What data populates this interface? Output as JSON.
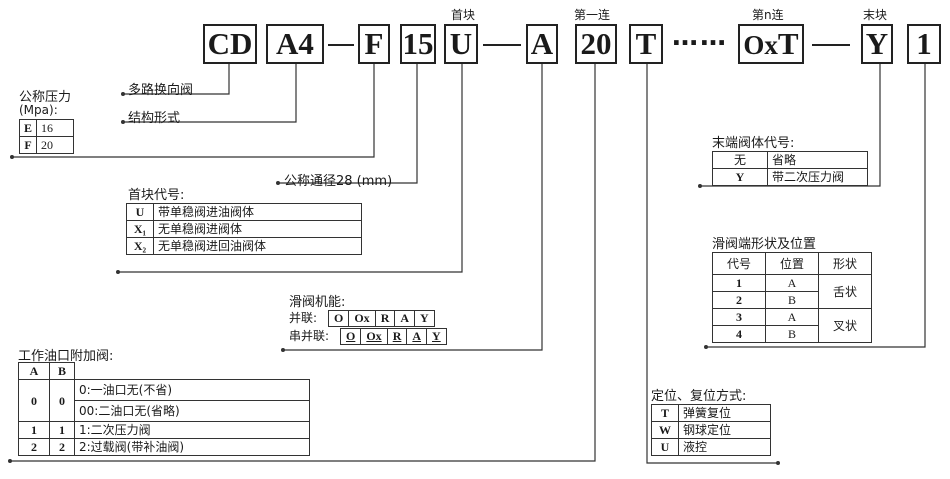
{
  "codes": [
    "CD",
    "A4",
    "F",
    "15",
    "U",
    "A",
    "20",
    "T",
    "Ox",
    "T",
    "Y",
    "1"
  ],
  "dots": "……",
  "headers": {
    "first_block": "首块",
    "first_conn": "第一连",
    "nth_conn": "第n连",
    "end_block": "末块"
  },
  "pressure": {
    "title": "公称压力",
    "unit": "(Mpa):",
    "rows": [
      {
        "code": "E",
        "value": "16"
      },
      {
        "code": "F",
        "value": "20"
      }
    ]
  },
  "multi_valve": "多路换向阀",
  "structure": "结构形式",
  "bore": "公称通径28 (mm)",
  "first_block_code": {
    "title": "首块代号:",
    "rows": [
      {
        "code": "U",
        "desc": "带单稳阀进油阀体"
      },
      {
        "code": "X₁",
        "desc": "无单稳阀进阀体"
      },
      {
        "code": "X₂",
        "desc": "无单稳阀进回油阀体"
      }
    ]
  },
  "end_block_code": {
    "title": "末端阀体代号:",
    "rows": [
      {
        "code": "无",
        "desc": "省略"
      },
      {
        "code": "Y",
        "desc": "带二次压力阀"
      }
    ]
  },
  "spool_shape": {
    "title": "滑阀端形状及位置",
    "headers": [
      "代号",
      "位置",
      "形状"
    ],
    "rows": [
      {
        "code": "1",
        "pos": "A"
      },
      {
        "code": "2",
        "pos": "B"
      },
      {
        "code": "3",
        "pos": "A"
      },
      {
        "code": "4",
        "pos": "B"
      }
    ],
    "shapes": [
      "舌状",
      "叉状"
    ]
  },
  "spool_function": {
    "title": "滑阀机能:",
    "parallel": "并联:",
    "series": "串并联:",
    "boxes": [
      "O",
      "Ox",
      "R",
      "A",
      "Y"
    ]
  },
  "work_port": {
    "title": "工作油口附加阀:",
    "headers": [
      "A",
      "B"
    ],
    "rows": [
      {
        "a": "0",
        "b": "0",
        "desc": "0:一油口无(不省)"
      },
      {
        "a": "",
        "b": "",
        "desc": "00:二油口无(省略)"
      },
      {
        "a": "1",
        "b": "1",
        "desc": "1:二次压力阀"
      },
      {
        "a": "2",
        "b": "2",
        "desc": "2:过载阀(带补油阀)"
      }
    ]
  },
  "positioning": {
    "title": "定位、复位方式:",
    "rows": [
      {
        "code": "T",
        "desc": "弹簧复位"
      },
      {
        "code": "W",
        "desc": "钢球定位"
      },
      {
        "code": "U",
        "desc": "液控"
      }
    ]
  }
}
